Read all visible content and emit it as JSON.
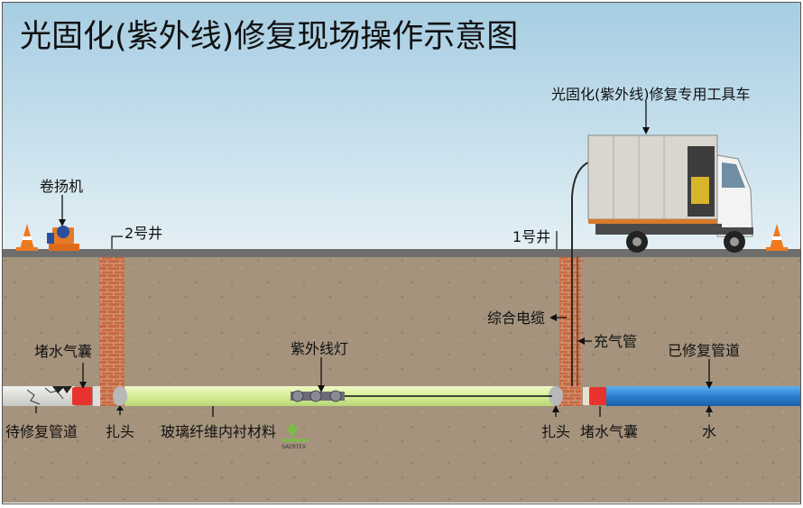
{
  "title": "光固化(紫外线)修复现场操作示意图",
  "labels": {
    "truck": "光固化(紫外线)修复专用工具车",
    "winch": "卷扬机",
    "well2": "2号井",
    "well1": "1号井",
    "cable": "综合电缆",
    "air_pipe": "充气管",
    "uv_lamp": "紫外线灯",
    "plug_left": "堵水气囊",
    "repaired_pipe": "已修复管道",
    "pipe_to_repair": "待修复管道",
    "tie_left": "扎头",
    "liner": "玻璃纤维内衬材料",
    "tie_right": "扎头",
    "plug_right": "堵水气囊",
    "water": "水"
  },
  "logo_text": "SAERTEX",
  "colors": {
    "sky_top": "#9cc6dd",
    "sky_bottom": "#e0eef4",
    "soil": "#a4927c",
    "liner": "#d8ee9a",
    "repaired": "#2b7fd1",
    "plug": "#e8322e",
    "brick": "#c0683f"
  }
}
